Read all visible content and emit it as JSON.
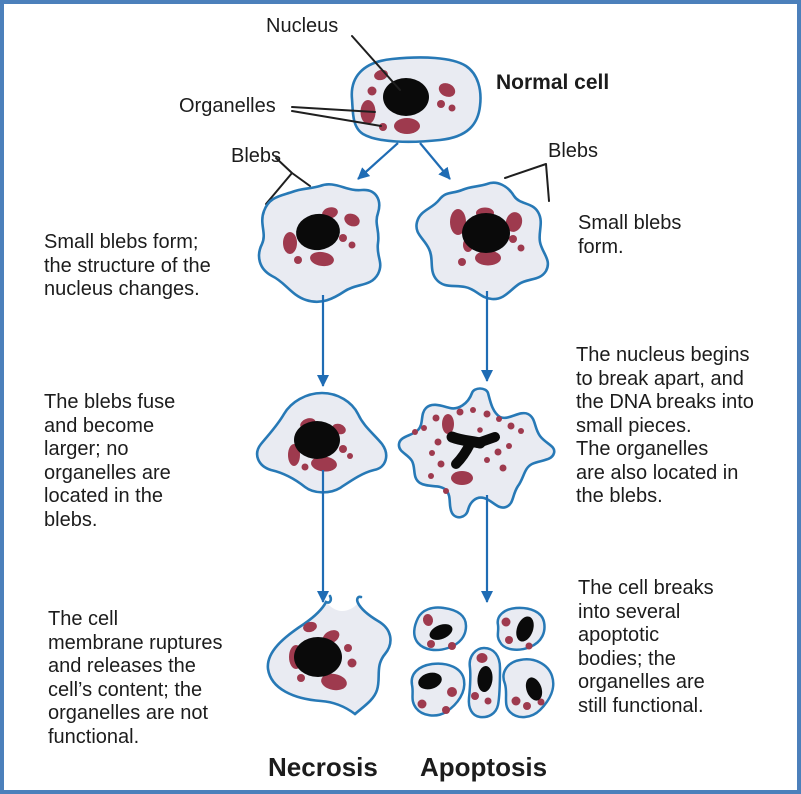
{
  "diagram_title_implicit": "Necrosis vs Apoptosis cell death pathways",
  "annotations": {
    "nucleus": "Nucleus",
    "organelles": "Organelles",
    "normal_cell": "Normal cell",
    "blebs_left": "Blebs",
    "blebs_right": "Blebs"
  },
  "necrosis": {
    "title": "Necrosis",
    "step1": "Small blebs form;\nthe structure of the\nnucleus changes.",
    "step2": "The blebs fuse\nand become\nlarger; no\norganelles are\nlocated in the\nblebs.",
    "step3": "The cell\nmembrane ruptures\nand releases the\ncell’s content; the\norganelles are not\nfunctional."
  },
  "apoptosis": {
    "title": "Apoptosis",
    "step1": "Small blebs\nform.",
    "step2": "The nucleus begins\nto break apart, and\nthe DNA breaks into\nsmall pieces.\nThe organelles\nare also located in\nthe blebs.",
    "step3": "The cell breaks\ninto several\napoptotic\nbodies; the\norganelles are\nstill functional."
  },
  "colors": {
    "frame_blue": "#4c80bb",
    "cell_fill": "#e9ebf2",
    "cell_stroke": "#2779b6",
    "organelle_red": "#9e3a4e",
    "nucleus_black": "#0a0a0a",
    "arrow_blue": "#1f6cb4",
    "line_dark": "#1f1f1f",
    "text_dark": "#1c1c1c"
  }
}
